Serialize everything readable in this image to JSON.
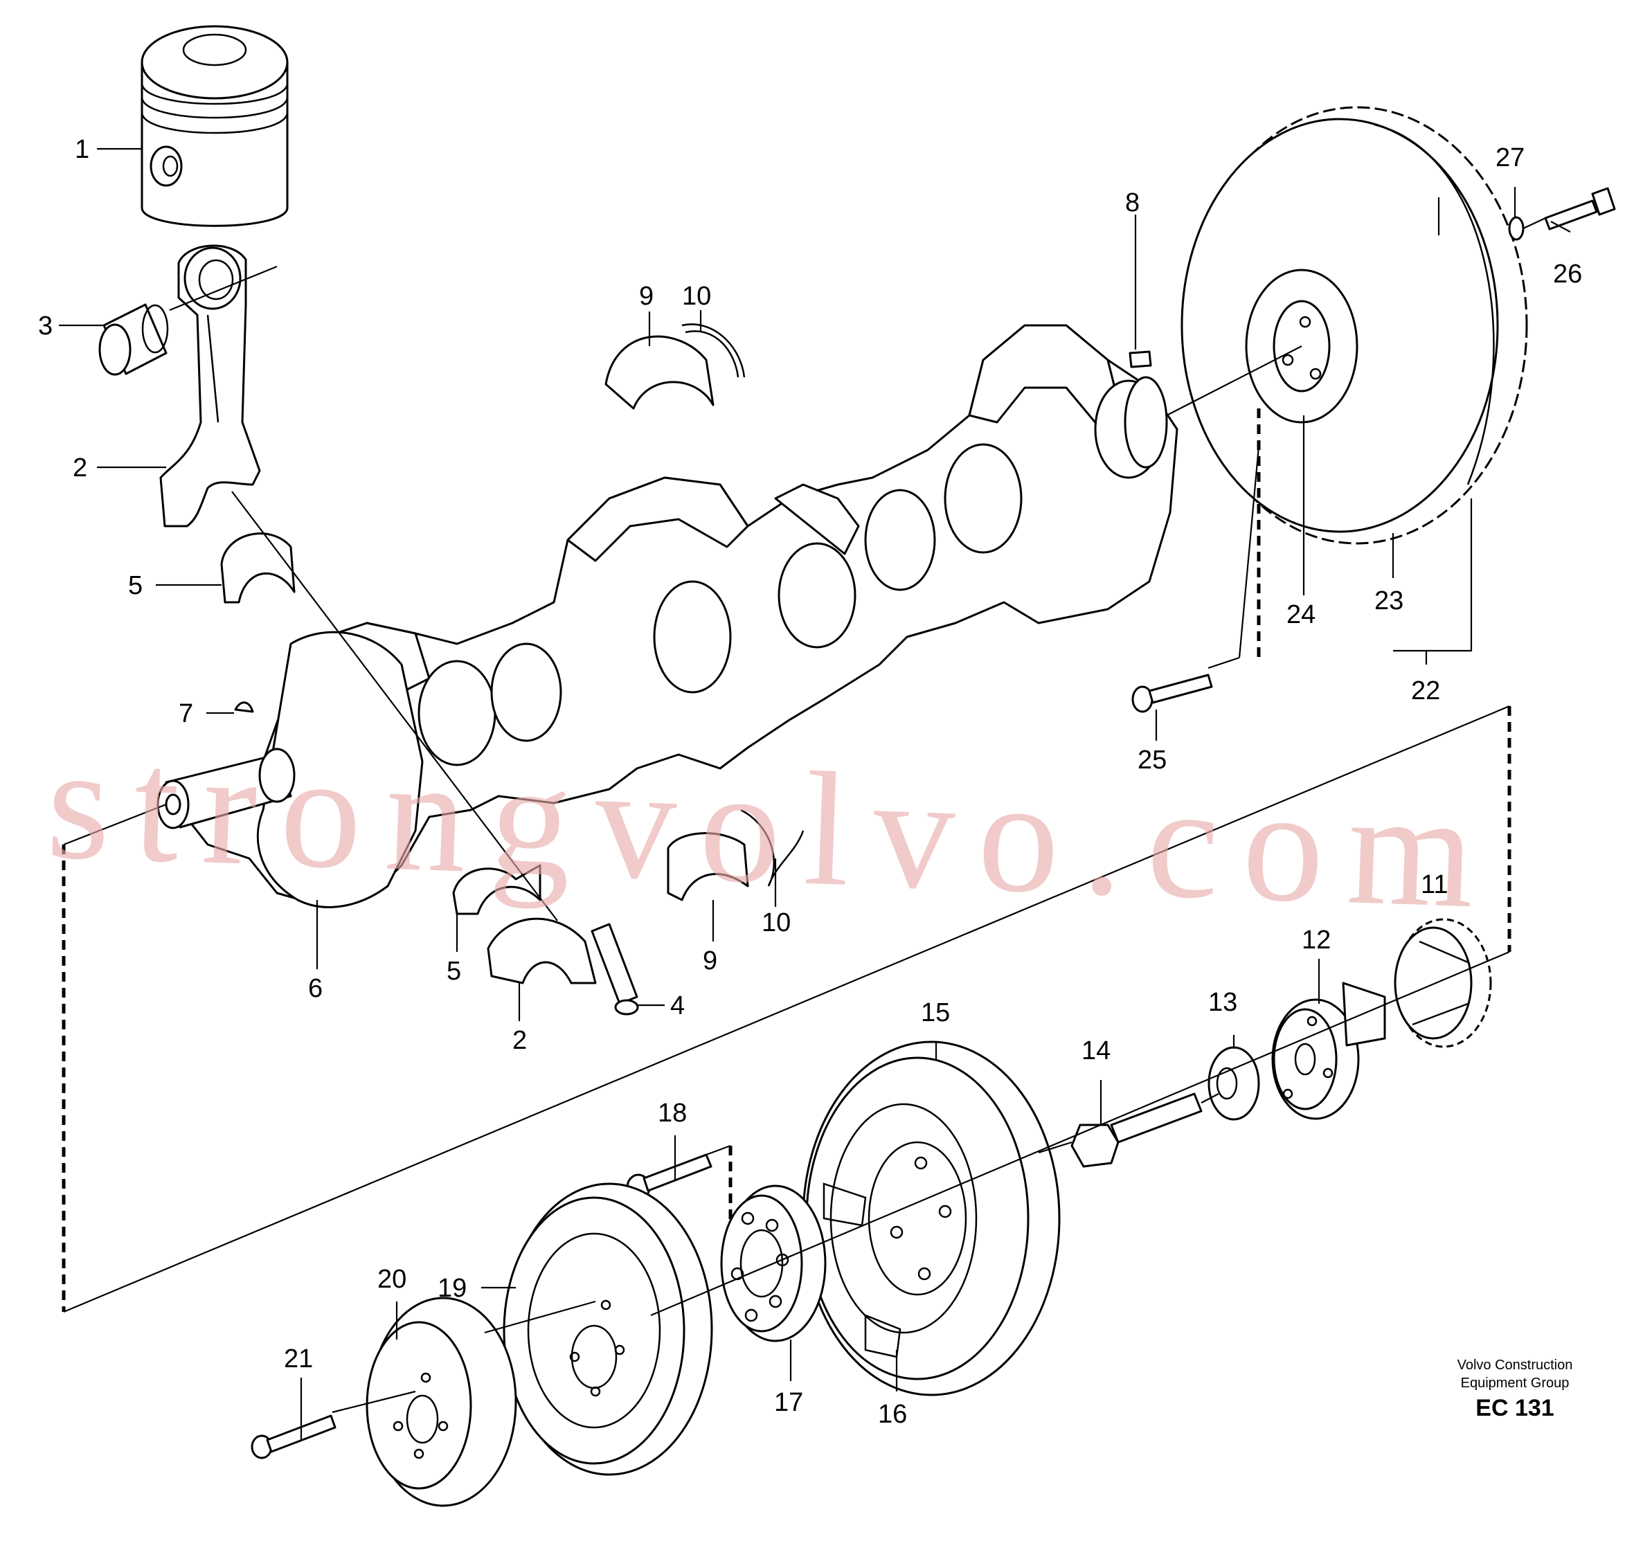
{
  "callouts": [
    {
      "id": "c1",
      "label": "1"
    },
    {
      "id": "c2a",
      "label": "2"
    },
    {
      "id": "c2b",
      "label": "2"
    },
    {
      "id": "c3",
      "label": "3"
    },
    {
      "id": "c4",
      "label": "4"
    },
    {
      "id": "c5a",
      "label": "5"
    },
    {
      "id": "c5b",
      "label": "5"
    },
    {
      "id": "c6",
      "label": "6"
    },
    {
      "id": "c7",
      "label": "7"
    },
    {
      "id": "c8",
      "label": "8"
    },
    {
      "id": "c9a",
      "label": "9"
    },
    {
      "id": "c9b",
      "label": "9"
    },
    {
      "id": "c10a",
      "label": "10"
    },
    {
      "id": "c10b",
      "label": "10"
    },
    {
      "id": "c11",
      "label": "11"
    },
    {
      "id": "c12",
      "label": "12"
    },
    {
      "id": "c13",
      "label": "13"
    },
    {
      "id": "c14",
      "label": "14"
    },
    {
      "id": "c15",
      "label": "15"
    },
    {
      "id": "c16",
      "label": "16"
    },
    {
      "id": "c17",
      "label": "17"
    },
    {
      "id": "c18",
      "label": "18"
    },
    {
      "id": "c19",
      "label": "19"
    },
    {
      "id": "c20",
      "label": "20"
    },
    {
      "id": "c21",
      "label": "21"
    },
    {
      "id": "c22",
      "label": "22"
    },
    {
      "id": "c23",
      "label": "23"
    },
    {
      "id": "c24",
      "label": "24"
    },
    {
      "id": "c25",
      "label": "25"
    },
    {
      "id": "c26",
      "label": "26"
    },
    {
      "id": "c27",
      "label": "27"
    }
  ],
  "footer": {
    "line1": "Volvo Construction",
    "line2": "Equipment Group",
    "code": "EC 131"
  },
  "watermark": "strongvolvo.com"
}
